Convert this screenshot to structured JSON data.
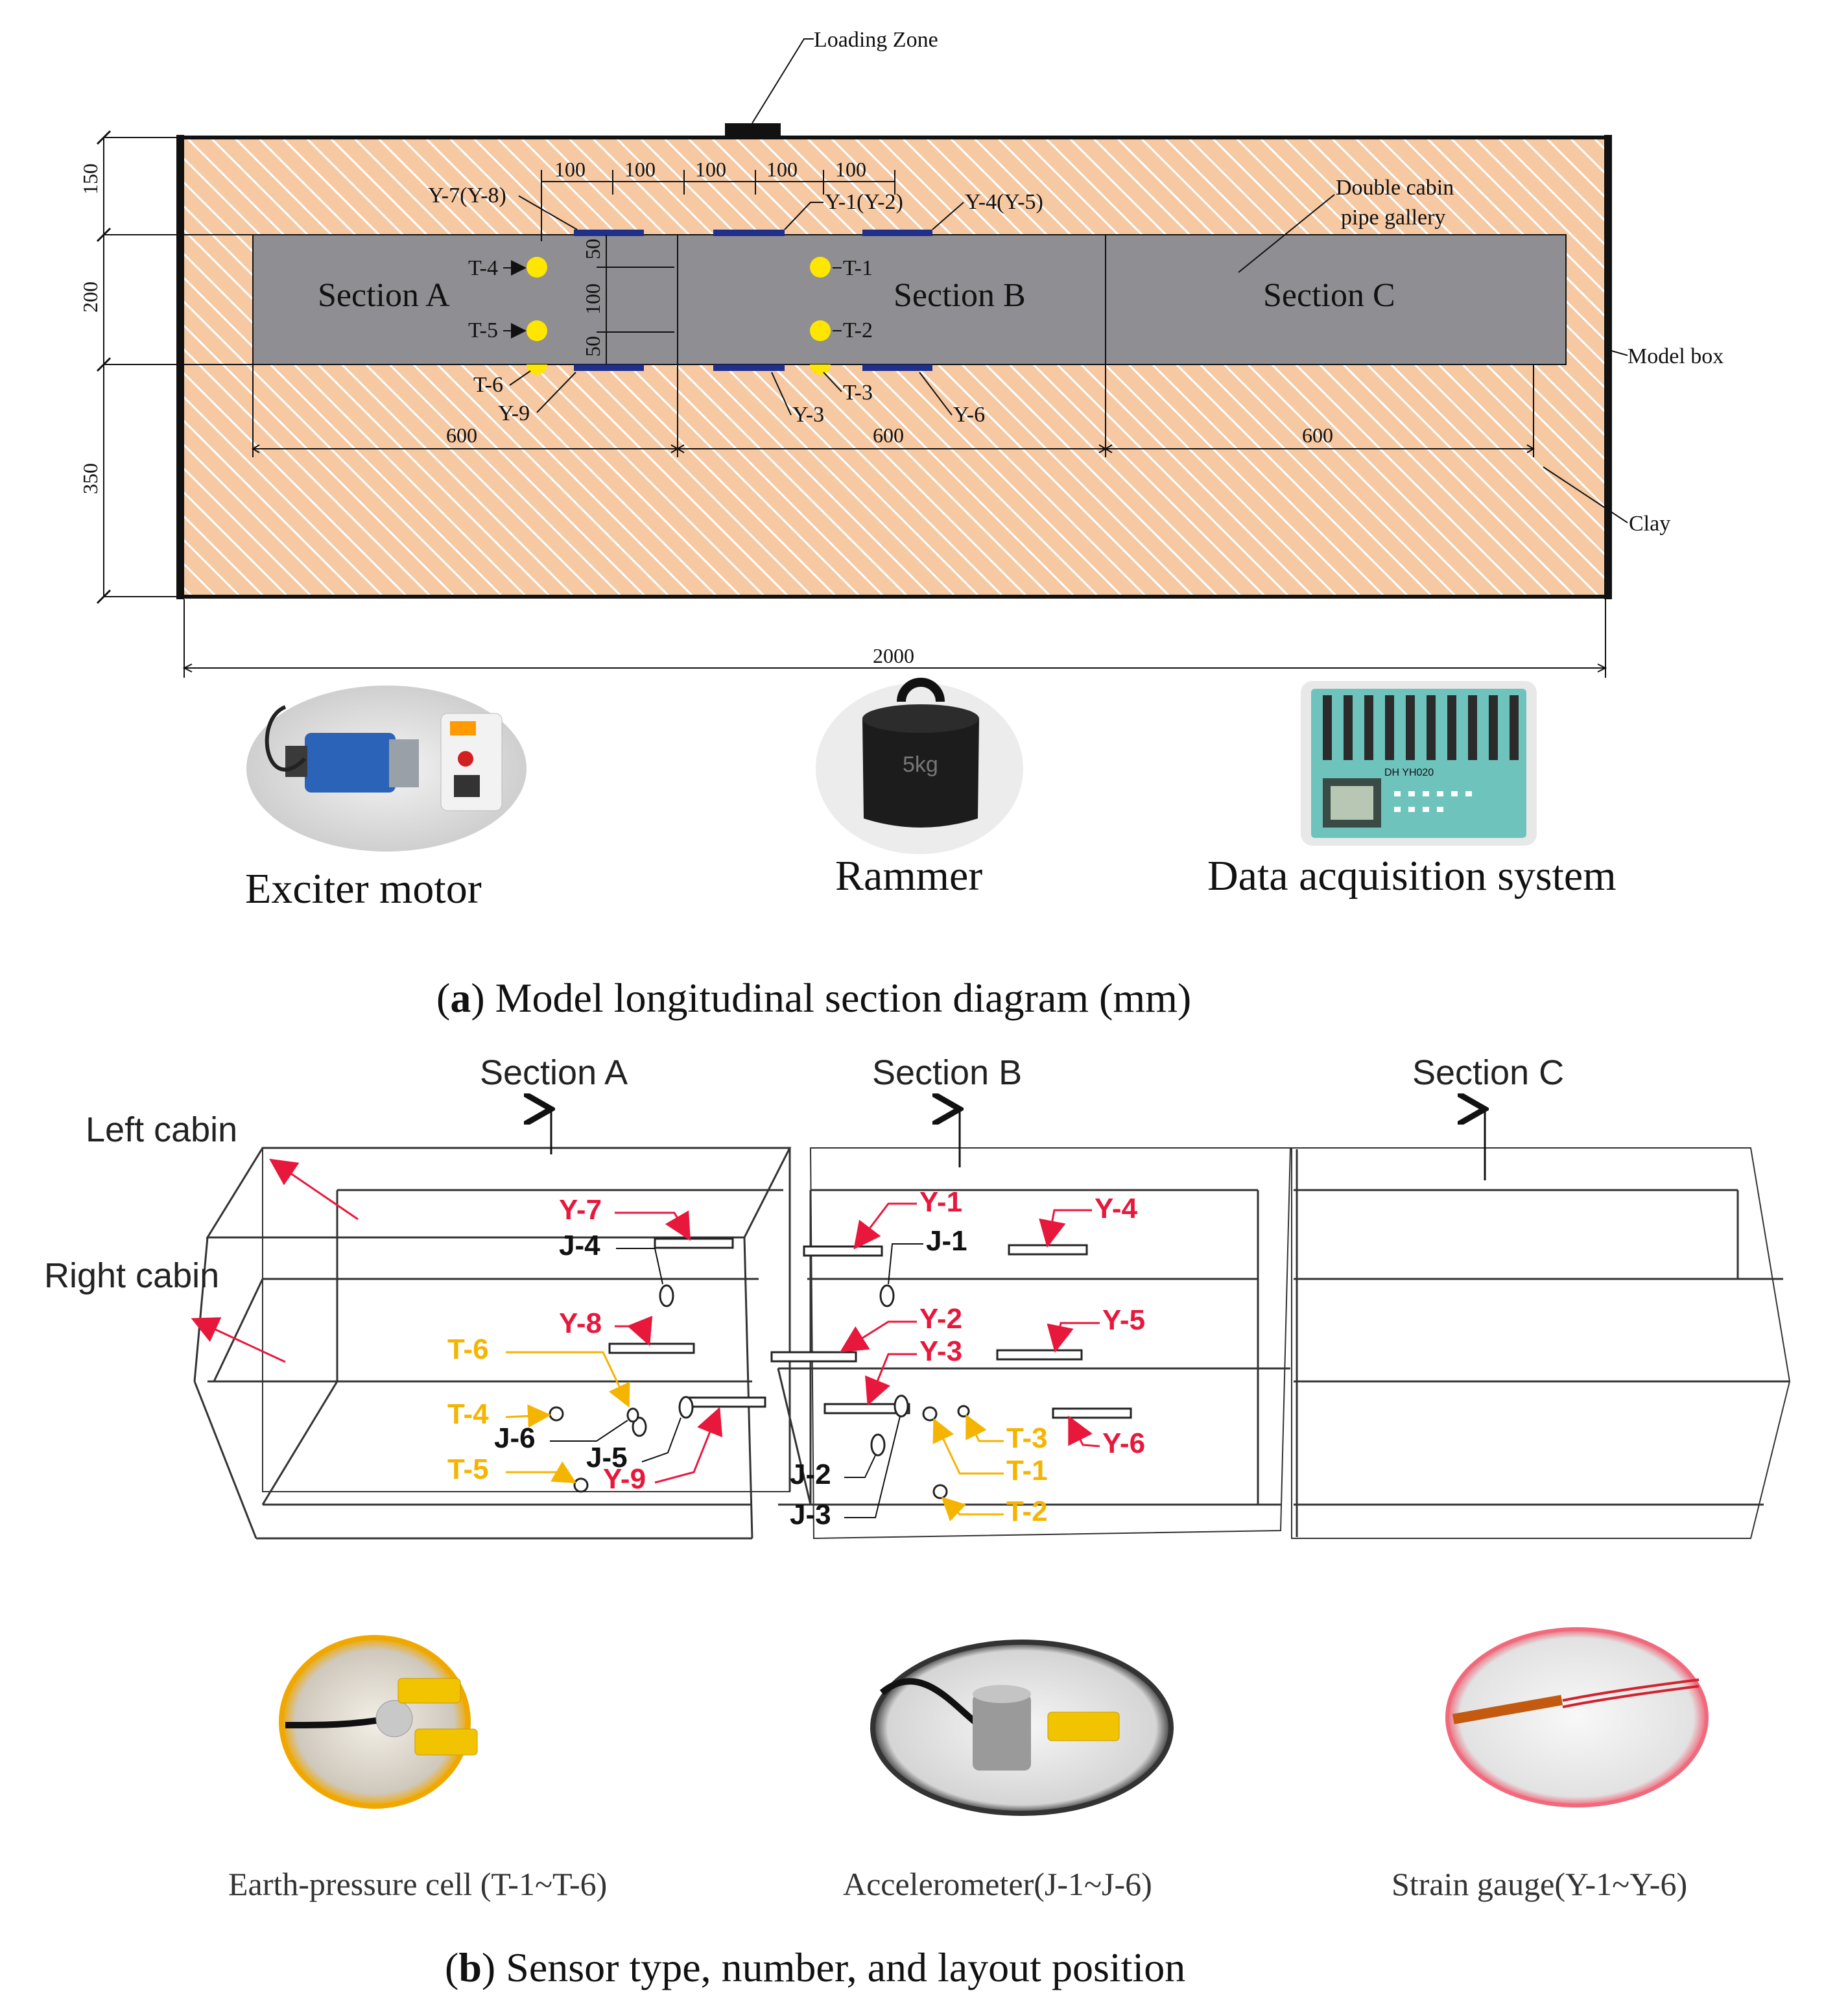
{
  "panel_a": {
    "loading_zone": "Loading Zone",
    "dims_top": [
      "100",
      "100",
      "100",
      "100",
      "100"
    ],
    "dims_left": [
      "150",
      "200",
      "350"
    ],
    "dims_vert_inner": [
      "50",
      "100",
      "50"
    ],
    "dims_bottom": [
      "600",
      "600",
      "600"
    ],
    "dim_total": "2000",
    "sections": [
      "Section A",
      "Section B",
      "Section C"
    ],
    "labels": {
      "y78": "Y-7(Y-8)",
      "y12": "Y-1(Y-2)",
      "y45": "Y-4(Y-5)",
      "double_cabin_1": "Double cabin",
      "double_cabin_2": "pipe gallery",
      "t4": "T-4",
      "t5": "T-5",
      "t6": "T-6",
      "y9": "Y-9",
      "t1": "T-1",
      "t2": "T-2",
      "t3": "T-3",
      "y3": "Y-3",
      "y6": "Y-6",
      "model_box": "Model box",
      "clay": "Clay"
    },
    "photos": [
      "Exciter motor",
      "Rammer",
      "Data acquisition system"
    ],
    "weight_mark": "5kg",
    "daq_mark": "DH YH020",
    "caption_letter": "a",
    "caption_text": " Model longitudinal section diagram (mm)",
    "colors": {
      "clay": "#f6c9a3",
      "hatch": "#ffffff",
      "gallery": "#8f8f93",
      "sensor_yellow": "#ffe600",
      "gauge_blue": "#1f2f8c"
    }
  },
  "panel_b": {
    "sections": [
      "Section A",
      "Section B",
      "Section C"
    ],
    "cabins": [
      "Left cabin",
      "Right cabin"
    ],
    "red": [
      "Y-7",
      "Y-8",
      "Y-9",
      "Y-1",
      "Y-2",
      "Y-3",
      "Y-4",
      "Y-5",
      "Y-6"
    ],
    "black": [
      "J-4",
      "J-6",
      "J-5",
      "J-1",
      "J-2",
      "J-3"
    ],
    "yellow": [
      "T-6",
      "T-4",
      "T-5",
      "T-3",
      "T-1",
      "T-2"
    ],
    "photos": [
      "Earth-pressure cell (T-1~T-6)",
      "Accelerometer(J-1~J-6)",
      "Strain gauge(Y-1~Y-6)"
    ],
    "caption_letter": "b",
    "caption_text": " Sensor type, number, and layout position",
    "colors": {
      "red": "#e8173c",
      "yellow": "#f5b400",
      "black": "#111111"
    }
  }
}
